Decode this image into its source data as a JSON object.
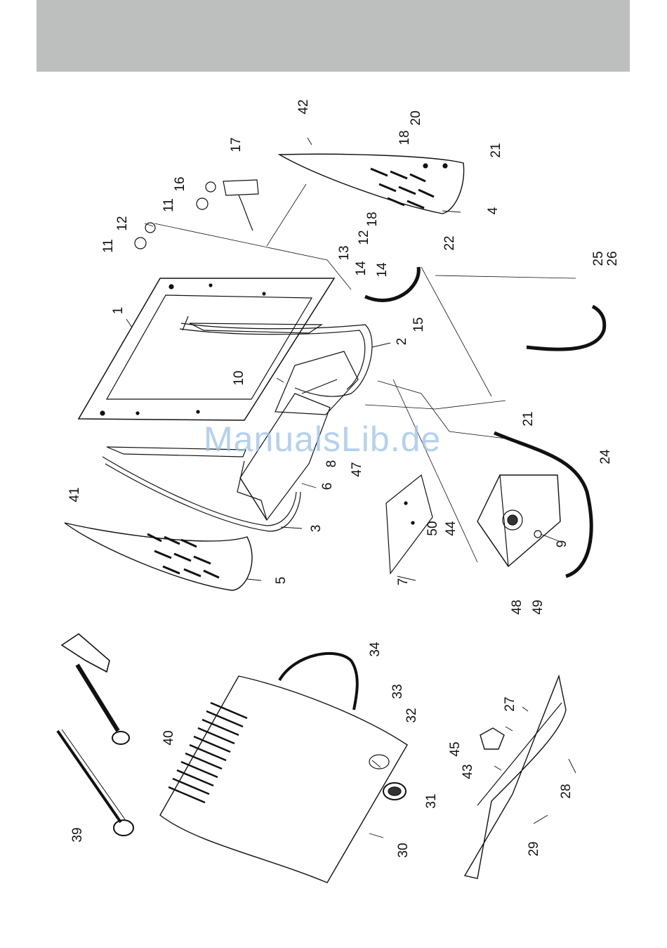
{
  "watermark": "ManualsLib.de",
  "colors": {
    "header_band": "#bdbebe",
    "line": "#111111",
    "watermark": "#9cc2ea"
  },
  "callouts": [
    {
      "id": "c1",
      "text": "1"
    },
    {
      "id": "c2",
      "text": "2"
    },
    {
      "id": "c3",
      "text": "3"
    },
    {
      "id": "c4",
      "text": "4"
    },
    {
      "id": "c5",
      "text": "5"
    },
    {
      "id": "c6",
      "text": "6"
    },
    {
      "id": "c7",
      "text": "7"
    },
    {
      "id": "c8",
      "text": "8"
    },
    {
      "id": "c9",
      "text": "9"
    },
    {
      "id": "c10",
      "text": "10"
    },
    {
      "id": "c11a",
      "text": "11"
    },
    {
      "id": "c11b",
      "text": "11"
    },
    {
      "id": "c12a",
      "text": "12"
    },
    {
      "id": "c12b",
      "text": "12"
    },
    {
      "id": "c13",
      "text": "13"
    },
    {
      "id": "c14a",
      "text": "14"
    },
    {
      "id": "c14b",
      "text": "14"
    },
    {
      "id": "c15",
      "text": "15"
    },
    {
      "id": "c16",
      "text": "16"
    },
    {
      "id": "c17",
      "text": "17"
    },
    {
      "id": "c18a",
      "text": "18"
    },
    {
      "id": "c18b",
      "text": "18"
    },
    {
      "id": "c20",
      "text": "20"
    },
    {
      "id": "c21a",
      "text": "21"
    },
    {
      "id": "c21b",
      "text": "21"
    },
    {
      "id": "c22",
      "text": "22"
    },
    {
      "id": "c24",
      "text": "24"
    },
    {
      "id": "c25",
      "text": "25"
    },
    {
      "id": "c26",
      "text": "26"
    },
    {
      "id": "c27",
      "text": "27"
    },
    {
      "id": "c28",
      "text": "28"
    },
    {
      "id": "c29",
      "text": "29"
    },
    {
      "id": "c30",
      "text": "30"
    },
    {
      "id": "c31",
      "text": "31"
    },
    {
      "id": "c32",
      "text": "32"
    },
    {
      "id": "c33",
      "text": "33"
    },
    {
      "id": "c34",
      "text": "34"
    },
    {
      "id": "c39",
      "text": "39"
    },
    {
      "id": "c40",
      "text": "40"
    },
    {
      "id": "c41",
      "text": "41"
    },
    {
      "id": "c42",
      "text": "42"
    },
    {
      "id": "c43",
      "text": "43"
    },
    {
      "id": "c44",
      "text": "44"
    },
    {
      "id": "c45",
      "text": "45"
    },
    {
      "id": "c47",
      "text": "47"
    },
    {
      "id": "c48",
      "text": "48"
    },
    {
      "id": "c49",
      "text": "49"
    },
    {
      "id": "c50",
      "text": "50"
    }
  ]
}
